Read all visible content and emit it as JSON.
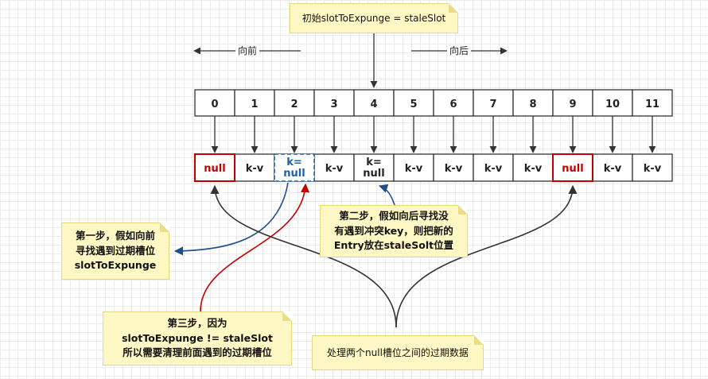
{
  "top_label": "初始slotToExpunge = staleSlot",
  "dir_forward": "向前",
  "dir_backward": "向后",
  "indices": [
    "0",
    "1",
    "2",
    "3",
    "4",
    "5",
    "6",
    "7",
    "8",
    "9",
    "10",
    "11"
  ],
  "entries": [
    "null",
    "k-v",
    "k=\nnull",
    "k-v",
    "k=\nnull",
    "k-v",
    "k-v",
    "k-v",
    "k-v",
    "null",
    "k-v",
    "k-v"
  ],
  "colors": {
    "null_border": "#c00000",
    "stale_border": "#1f5fa8",
    "blue_arrow": "#1f4e8c",
    "red_arrow": "#c00000",
    "note_bg": "#fff8c4"
  },
  "notes": {
    "step1": "第一步，假如向前\n寻找遇到过期槽位\nslotToExpunge",
    "step2": "第二步，假如向后寻找没\n有遇到冲突key，则把新的\nEntry放在staleSolt位置",
    "step3": "第三步，因为\nslotToExpunge != staleSlot\n所以需要清理前面遇到的过期槽位",
    "cleanup": "处理两个null槽位之间的过期数据"
  }
}
